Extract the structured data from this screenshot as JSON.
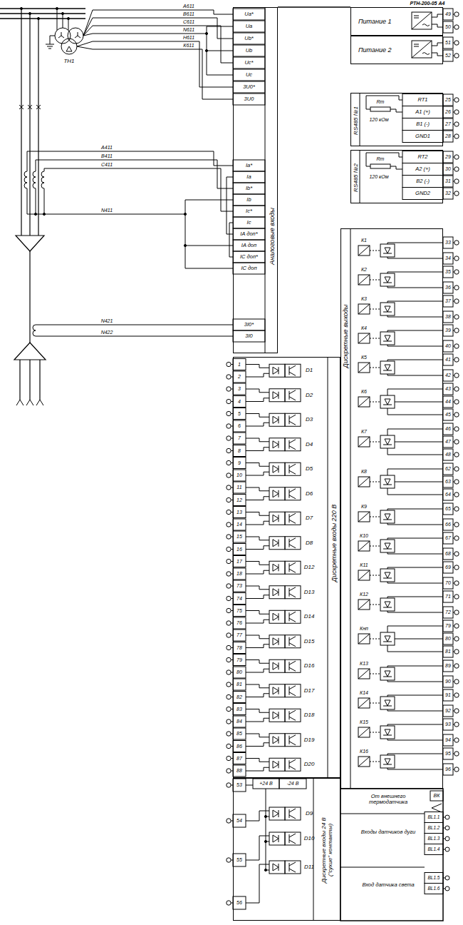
{
  "diagram": {
    "nodes": [
      {
        "text": [
          "Аналоговые входы"
        ]
      },
      {
        "text": [
          "Питание 1"
        ]
      },
      {
        "text": [
          "Питание 2"
        ]
      },
      {
        "text": [
          "RS485 №1"
        ]
      },
      {
        "text": [
          "RS485 №2"
        ]
      },
      {
        "text": [
          "Дискретные выходы"
        ]
      },
      {
        "text": [
          "Дискретные входы 220 В"
        ]
      },
      {
        "text": [
          "Дискретные входы 24 В (\"сухие\" контакты)"
        ]
      }
    ],
    "labels": [
      "РТН-200-05 А4",
      "А611",
      "В611",
      "С611",
      "N611",
      "Н611",
      "К611",
      "ТН1",
      "А411",
      "В411",
      "С411",
      "N411",
      "N421",
      "N422",
      "Ua*",
      "Ua",
      "Ub*",
      "Ub",
      "Uc*",
      "Uc",
      "3U0*",
      "3U0",
      "Ia*",
      "Ia",
      "Ib*",
      "Ib",
      "Ic*",
      "Ic",
      "IA доп*",
      "IA доп",
      "IC доп*",
      "IC доп",
      "3I0*",
      "3I0",
      "49",
      "50",
      "51",
      "52",
      "Rт",
      "120 кОм",
      "RT1",
      "A1 (+)",
      "B1 (-)",
      "GND1",
      "25",
      "26",
      "27",
      "28",
      "Rт",
      "120 кОм",
      "RT2",
      "A2 (+)",
      "B2 (-)",
      "GND2",
      "29",
      "30",
      "31",
      "32",
      "К1",
      "33",
      "34",
      "К2",
      "35",
      "36",
      "К3",
      "37",
      "38",
      "К4",
      "39",
      "40",
      "К5",
      "41",
      "42",
      "К6",
      "43",
      "44",
      "45",
      "К7",
      "46",
      "47",
      "48",
      "К8",
      "62",
      "63",
      "64",
      "К9",
      "65",
      "66",
      "К10",
      "67",
      "68",
      "К11",
      "69",
      "70",
      "К12",
      "71",
      "72",
      "Кнп",
      "79",
      "80",
      "81",
      "К13",
      "89",
      "90",
      "К14",
      "91",
      "92",
      "К15",
      "93",
      "94",
      "К16",
      "95",
      "96",
      "От внешнего термодатчика",
      "ВК",
      "Входы датчиков дуги",
      "BL1.1",
      "BL1.2",
      "BL1.3",
      "BL1.4",
      "Вход датчика света",
      "BL1.5",
      "BL1.6",
      "1",
      "2",
      "D1",
      "3",
      "4",
      "D2",
      "5",
      "6",
      "D3",
      "7",
      "8",
      "D4",
      "9",
      "10",
      "D5",
      "11",
      "12",
      "D6",
      "13",
      "14",
      "D7",
      "15",
      "16",
      "D8",
      "17",
      "18",
      "D12",
      "73",
      "74",
      "D13",
      "75",
      "76",
      "D14",
      "77",
      "78",
      "D15",
      "79",
      "80",
      "D16",
      "81",
      "82",
      "D17",
      "83",
      "84",
      "D18",
      "85",
      "86",
      "D19",
      "87",
      "88",
      "D20",
      "+24 В",
      "-24 В",
      "53",
      "54",
      "D9",
      "55",
      "D10",
      "56",
      "D11"
    ]
  }
}
